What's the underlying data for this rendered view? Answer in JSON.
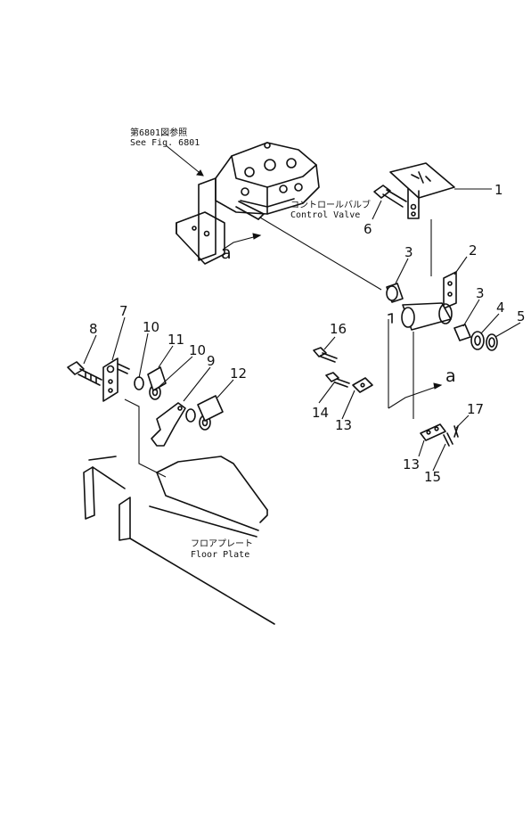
{
  "annotations": {
    "see_fig_jp": "第6801図参照",
    "see_fig_en": "See Fig. 6801",
    "control_valve_jp": "コントロールバルブ",
    "control_valve_en": "Control Valve",
    "floor_plate_jp": "フロアプレート",
    "floor_plate_en": "Floor Plate",
    "view_marker_1": "a",
    "view_marker_2": "a"
  },
  "callouts": [
    "1",
    "2",
    "3",
    "3",
    "4",
    "5",
    "6",
    "7",
    "8",
    "9",
    "10",
    "10",
    "11",
    "12",
    "13",
    "13",
    "14",
    "15",
    "16",
    "17"
  ]
}
